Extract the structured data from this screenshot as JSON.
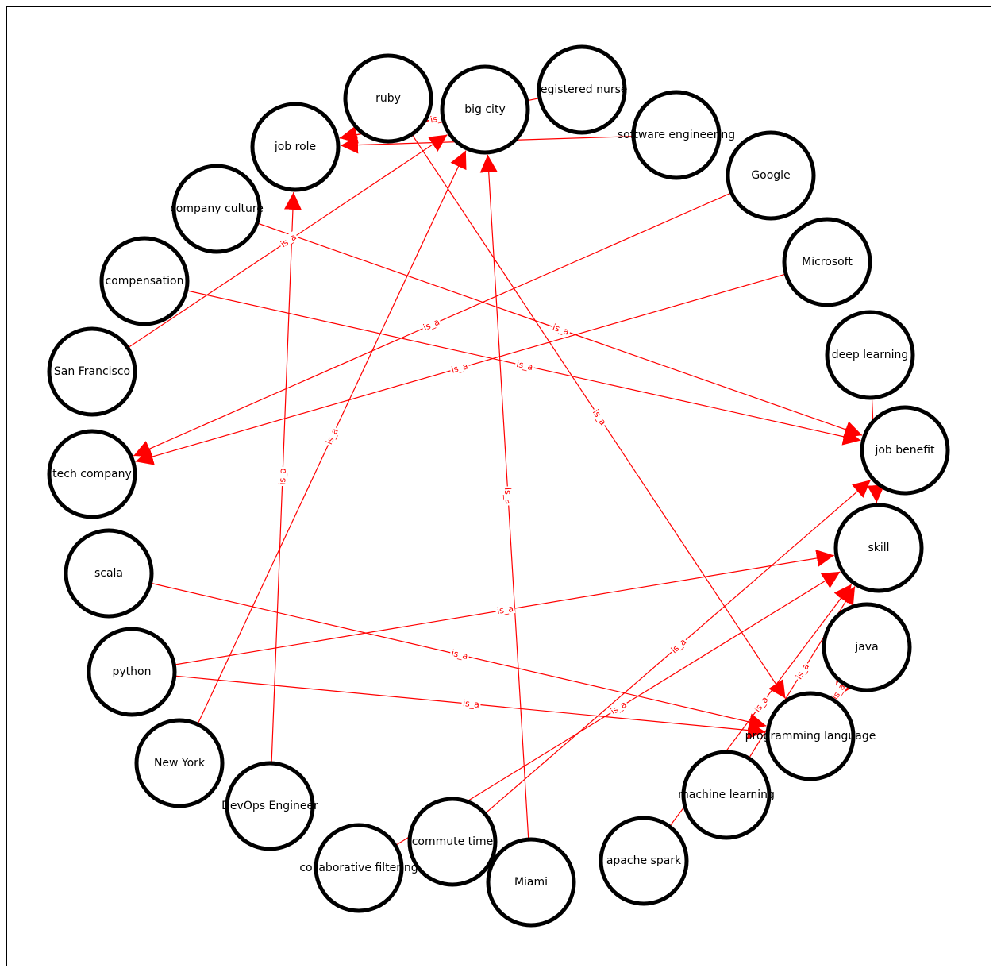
{
  "colors": {
    "edge": "#ff0000",
    "node_stroke": "#000000",
    "node_fill": "#ffffff",
    "background": "#ffffff",
    "frame": "#000000"
  },
  "nodes": [
    {
      "id": "ruby",
      "label": "ruby"
    },
    {
      "id": "big_city",
      "label": "big city"
    },
    {
      "id": "registered_nurse",
      "label": "registered nurse"
    },
    {
      "id": "job_role",
      "label": "job role"
    },
    {
      "id": "software_engineering",
      "label": "software engineering"
    },
    {
      "id": "google",
      "label": "Google"
    },
    {
      "id": "company_culture",
      "label": "company culture"
    },
    {
      "id": "microsoft",
      "label": "Microsoft"
    },
    {
      "id": "compensation",
      "label": "compensation"
    },
    {
      "id": "deep_learning",
      "label": "deep learning"
    },
    {
      "id": "san_francisco",
      "label": "San Francisco"
    },
    {
      "id": "job_benefit",
      "label": "job benefit"
    },
    {
      "id": "tech_company",
      "label": "tech company"
    },
    {
      "id": "skill",
      "label": "skill"
    },
    {
      "id": "scala",
      "label": "scala"
    },
    {
      "id": "java",
      "label": "java"
    },
    {
      "id": "python",
      "label": "python"
    },
    {
      "id": "programming_language",
      "label": "programming language"
    },
    {
      "id": "new_york",
      "label": "New York"
    },
    {
      "id": "machine_learning",
      "label": "machine learning"
    },
    {
      "id": "devops_engineer",
      "label": "DevOps Engineer"
    },
    {
      "id": "apache_spark",
      "label": "apache spark"
    },
    {
      "id": "commute_time",
      "label": "commute time"
    },
    {
      "id": "collaborative_filtering",
      "label": "collaborative filtering"
    },
    {
      "id": "miami",
      "label": "Miami"
    }
  ],
  "edges": [
    {
      "source": "big_city",
      "target": "job_role",
      "label": "is_a"
    },
    {
      "source": "registered_nurse",
      "target": "job_role",
      "label": "is_a"
    },
    {
      "source": "software_engineering",
      "target": "job_role",
      "label": "is_a"
    },
    {
      "source": "devops_engineer",
      "target": "job_role",
      "label": "is_a"
    },
    {
      "source": "san_francisco",
      "target": "big_city",
      "label": "is_a"
    },
    {
      "source": "new_york",
      "target": "big_city",
      "label": "is_a"
    },
    {
      "source": "miami",
      "target": "big_city",
      "label": "is_a"
    },
    {
      "source": "google",
      "target": "tech_company",
      "label": "is_a"
    },
    {
      "source": "microsoft",
      "target": "tech_company",
      "label": "is_a"
    },
    {
      "source": "company_culture",
      "target": "job_benefit",
      "label": "is_a"
    },
    {
      "source": "compensation",
      "target": "job_benefit",
      "label": "is_a"
    },
    {
      "source": "commute_time",
      "target": "job_benefit",
      "label": "is_a"
    },
    {
      "source": "deep_learning",
      "target": "skill",
      "label": "is_a"
    },
    {
      "source": "python",
      "target": "skill",
      "label": "is_a"
    },
    {
      "source": "collaborative_filtering",
      "target": "skill",
      "label": "is_a"
    },
    {
      "source": "machine_learning",
      "target": "skill",
      "label": "is_a"
    },
    {
      "source": "apache_spark",
      "target": "skill",
      "label": "is_a"
    },
    {
      "source": "ruby",
      "target": "programming_language",
      "label": "is_a"
    },
    {
      "source": "scala",
      "target": "programming_language",
      "label": "is_a"
    },
    {
      "source": "python",
      "target": "programming_language",
      "label": "is_a"
    },
    {
      "source": "java",
      "target": "programming_language",
      "label": "is_a"
    }
  ]
}
